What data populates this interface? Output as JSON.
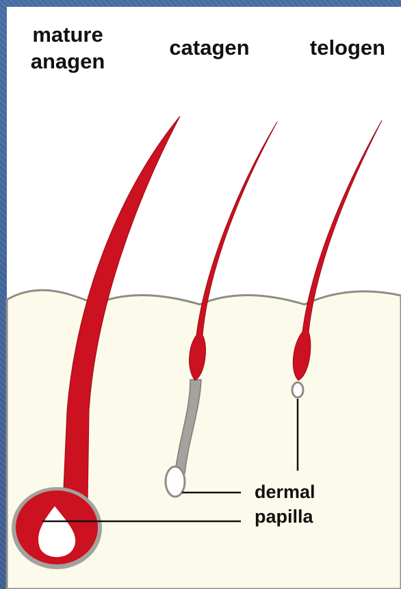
{
  "stages": {
    "anagen_line1": "mature",
    "anagen_line2": "anagen",
    "catagen": "catagen",
    "telogen": "telogen"
  },
  "callouts": {
    "dermal": "dermal",
    "papilla": "papilla"
  },
  "colors": {
    "hair": "#cc1120",
    "skin": "#fcfbeb",
    "skin_outline": "#8e8c84",
    "sheath": "#a4a29c",
    "papilla": "#ffffff",
    "background": "#3f5f94"
  }
}
